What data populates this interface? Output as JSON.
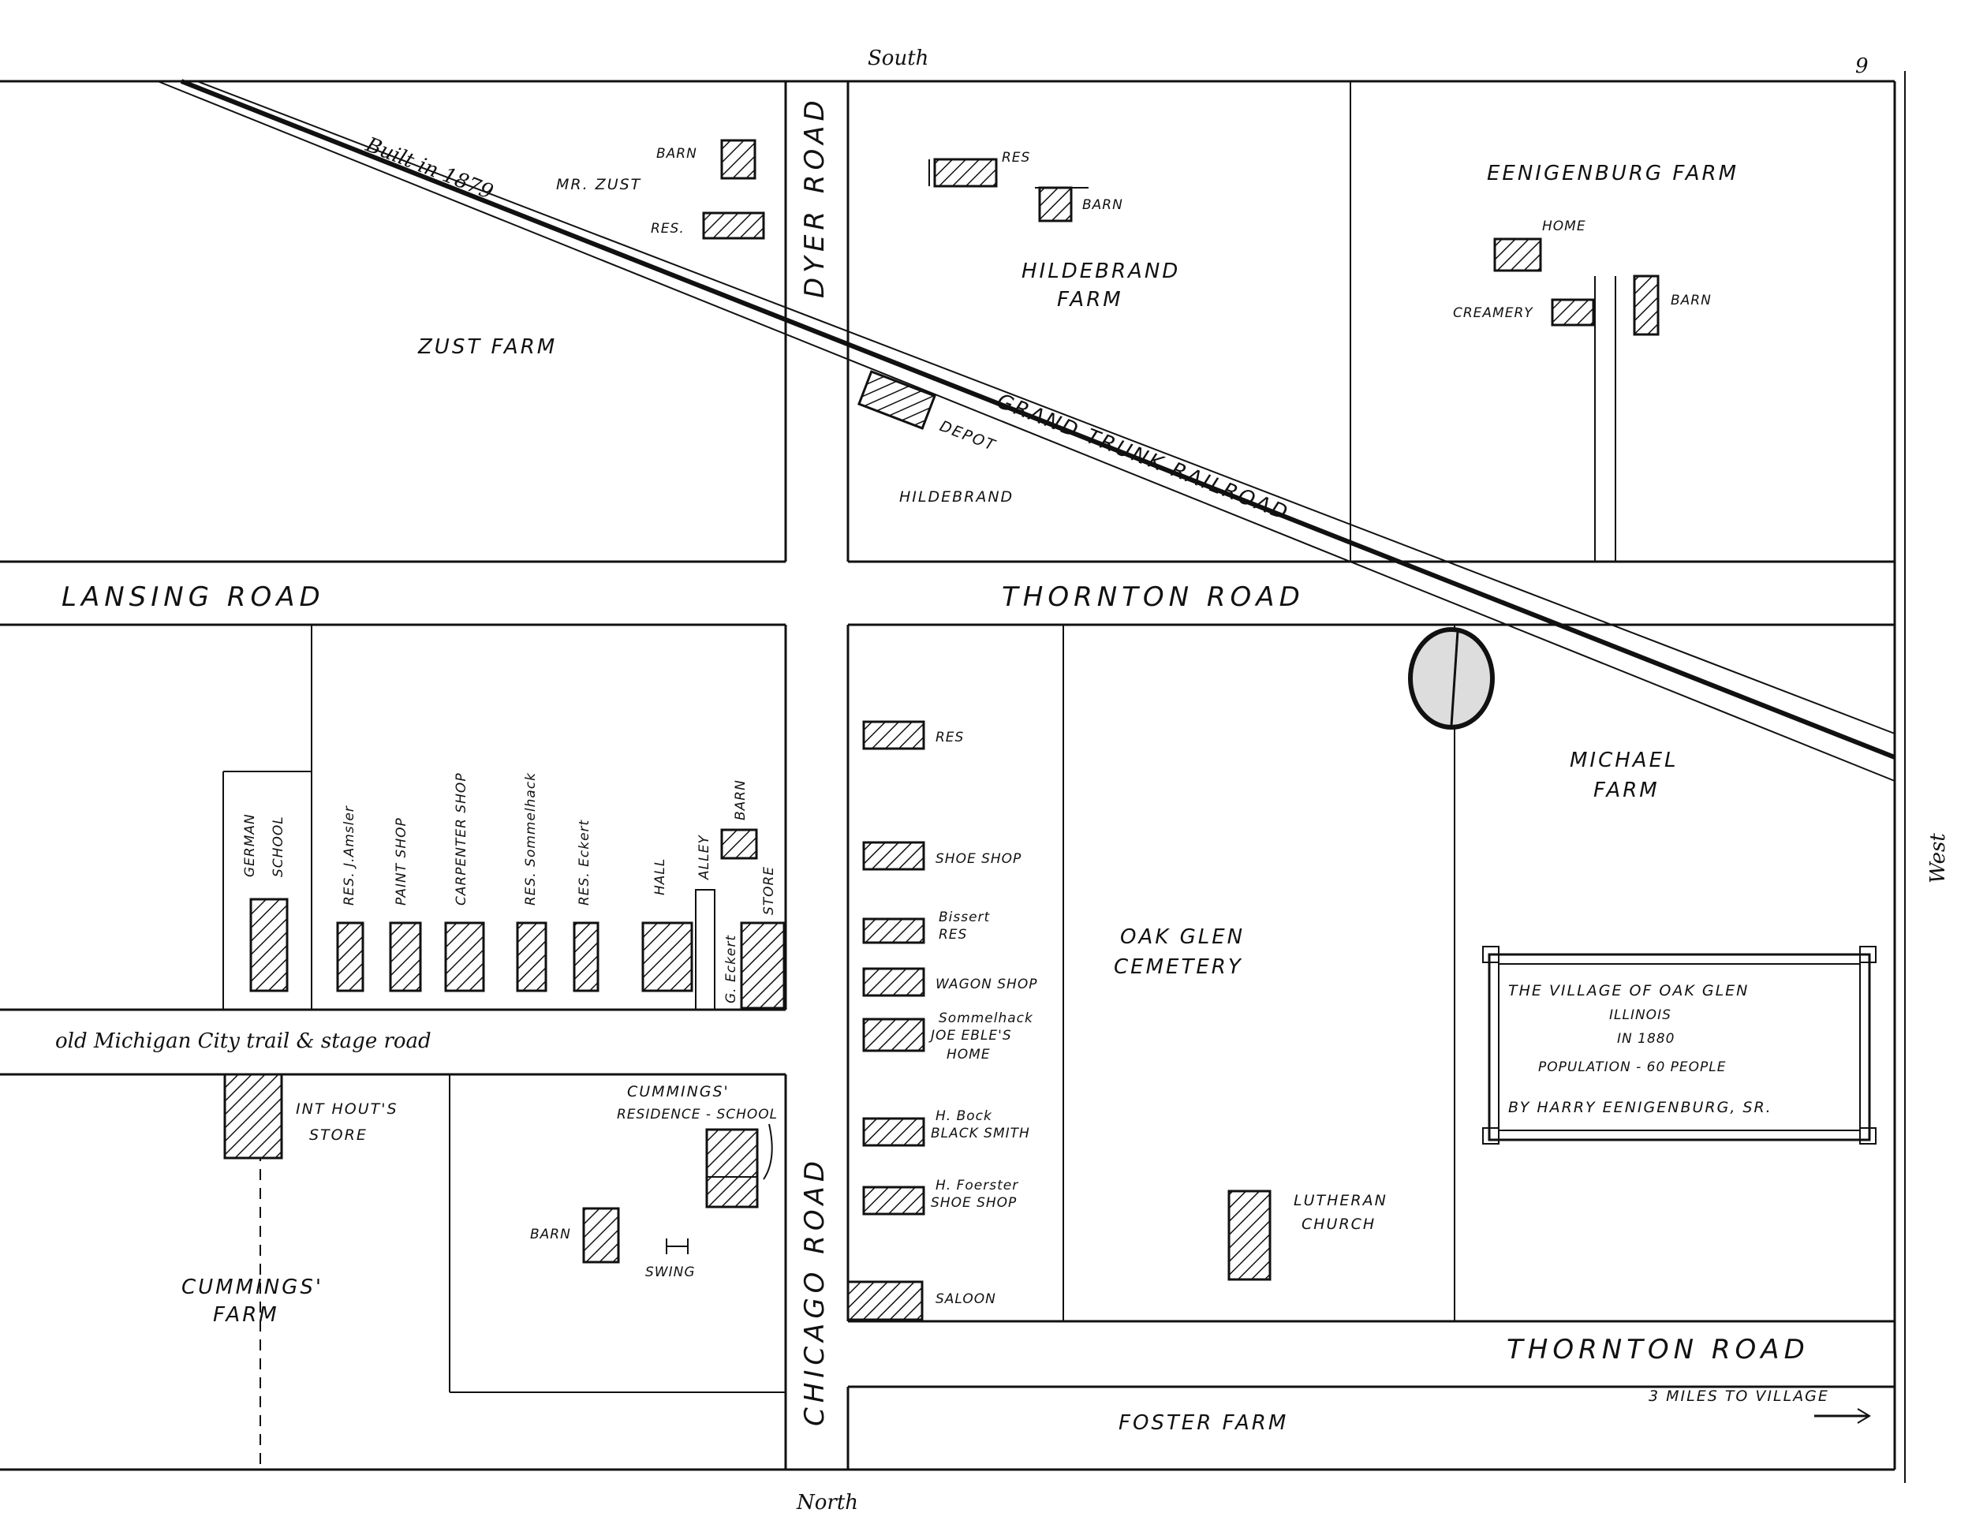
{
  "compass": {
    "top": "South",
    "bottom": "North",
    "right": "West"
  },
  "corner_mark": "9",
  "title_box": {
    "line1": "THE VILLAGE OF OAK GLEN",
    "line2": "ILLINOIS",
    "line3": "IN 1880",
    "line4": "POPULATION - 60 PEOPLE",
    "line5": "BY HARRY EENIGENBURG, SR."
  },
  "roads": {
    "lansing": "LANSING ROAD",
    "thornton_top": "THORNTON ROAD",
    "thornton_bottom": "THORNTON ROAD",
    "dyer": "DYER ROAD",
    "chicago": "CHICAGO ROAD",
    "michigan_trail": "old Michigan City trail & stage road",
    "to_village": "3 MILES TO VILLAGE"
  },
  "railroad": {
    "name": "GRAND TRUNK RAILROAD",
    "built": "Built in 1879"
  },
  "farms": {
    "zust": "ZUST FARM",
    "mr_zust": "MR. ZUST",
    "hildebrand_1": "HILDEBRAND",
    "hildebrand_2": "FARM",
    "hildebrand_plain": "HILDEBRAND",
    "eenigenburg": "EENIGENBURG   FARM",
    "michael_1": "MICHAEL",
    "michael_2": "FARM",
    "cummings_1": "CUMMINGS'",
    "cummings_2": "FARM",
    "foster": "FOSTER   FARM"
  },
  "cemetery": {
    "line1": "OAK GLEN",
    "line2": "CEMETERY"
  },
  "buildings": {
    "zust_barn": "BARN",
    "zust_res": "RES.",
    "hild_res": "RES",
    "hild_barn": "BARN",
    "depot": "DEPOT",
    "een_home": "HOME",
    "creamery": "CREAMERY",
    "een_barn": "BARN",
    "german_school_1": "GERMAN",
    "german_school_2": "SCHOOL",
    "res_amsler": "RES. J.Amsler",
    "paint_shop": "PAINT SHOP",
    "carpenter_shop": "CARPENTER SHOP",
    "res_sommelhack": "RES. Sommelhack",
    "res_eckert": "RES. Eckert",
    "hall": "HALL",
    "alley": "ALLEY",
    "barn_row": "BARN",
    "store": "STORE",
    "store_owner": "G. Eckert",
    "e_res": "RES",
    "e_shoe_shop": "SHOE SHOP",
    "bissert_1": "Bissert",
    "bissert_2": "RES",
    "wagon_shop": "WAGON SHOP",
    "joe_eble_1": "Sommelhack",
    "joe_eble_2": "JOE EBLE'S",
    "joe_eble_3": "HOME",
    "bock_1": "H. Bock",
    "bock_2": "BLACK SMITH",
    "foerster_1": "H. Foerster",
    "foerster_2": "SHOE SHOP",
    "saloon": "SALOON",
    "lutheran_1": "LUTHERAN",
    "lutheran_2": "CHURCH",
    "inthout_1": "INT HOUT'S",
    "inthout_2": "STORE",
    "cummings_res_1": "CUMMINGS'",
    "cummings_res_2": "RESIDENCE - SCHOOL",
    "cummings_barn": "BARN",
    "swing": "SWING"
  },
  "colors": {
    "ink": "#111111",
    "paper": "#ffffff"
  }
}
